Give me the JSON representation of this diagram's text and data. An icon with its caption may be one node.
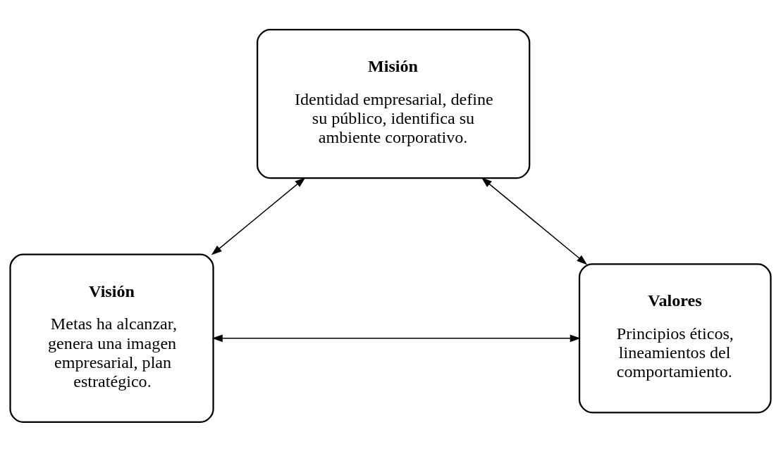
{
  "diagram": {
    "nodes": [
      {
        "text": [
          "Misión",
          "Identidad empresarial, define su público, identifica su ambiente corporativo."
        ]
      },
      {
        "text": [
          "Visión",
          "Metas ha alcanzar, genera una imagen empresarial, plan estratégico."
        ]
      },
      {
        "text": [
          "Valores",
          "Principios éticos, lineamientos del comportamiento."
        ]
      }
    ],
    "edges": [
      {
        "from": 0,
        "to": 1,
        "arrow": "both"
      },
      {
        "from": 0,
        "to": 2,
        "arrow": "both"
      },
      {
        "from": 1,
        "to": 2,
        "arrow": "both"
      }
    ]
  }
}
